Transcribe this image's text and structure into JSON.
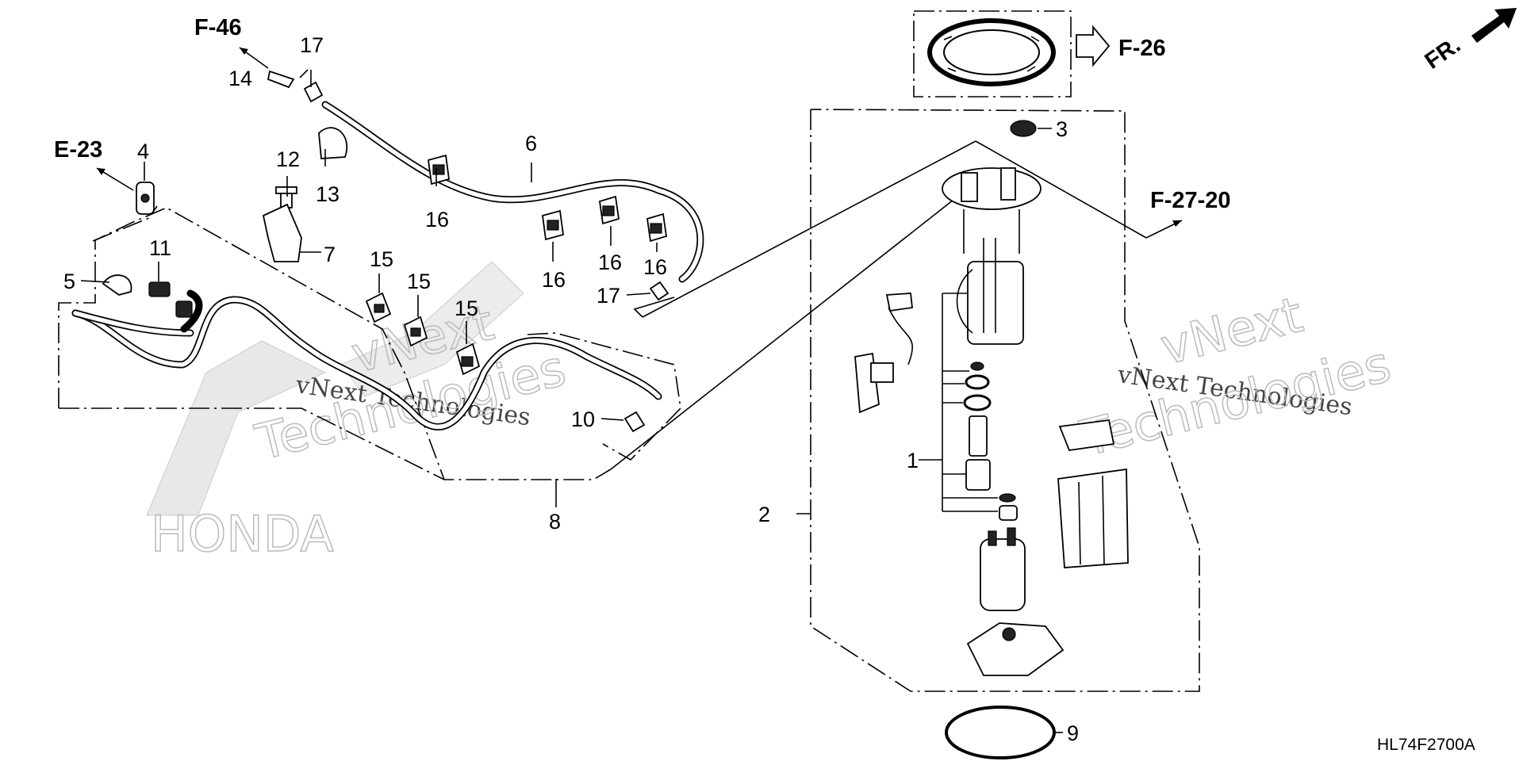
{
  "diagram": {
    "callouts": [
      {
        "id": "c1",
        "label": "1"
      },
      {
        "id": "c2",
        "label": "2"
      },
      {
        "id": "c3",
        "label": "3"
      },
      {
        "id": "c4",
        "label": "4"
      },
      {
        "id": "c5",
        "label": "5"
      },
      {
        "id": "c6",
        "label": "6"
      },
      {
        "id": "c7",
        "label": "7"
      },
      {
        "id": "c8",
        "label": "8"
      },
      {
        "id": "c9",
        "label": "9"
      },
      {
        "id": "c10",
        "label": "10"
      },
      {
        "id": "c11",
        "label": "11"
      },
      {
        "id": "c12",
        "label": "12"
      },
      {
        "id": "c13",
        "label": "13"
      },
      {
        "id": "c14",
        "label": "14"
      },
      {
        "id": "c15a",
        "label": "15"
      },
      {
        "id": "c15b",
        "label": "15"
      },
      {
        "id": "c15c",
        "label": "15"
      },
      {
        "id": "c16a",
        "label": "16"
      },
      {
        "id": "c16b",
        "label": "16"
      },
      {
        "id": "c16c",
        "label": "16"
      },
      {
        "id": "c16d",
        "label": "16"
      },
      {
        "id": "c17a",
        "label": "17"
      },
      {
        "id": "c17b",
        "label": "17"
      }
    ],
    "references": {
      "f46": "F-46",
      "e23": "E-23",
      "f26": "F-26",
      "f2720": "F-27-20"
    },
    "front_indicator": "FR.",
    "diagram_code": "HL74F2700A",
    "watermark": {
      "text_small": "vNext Technologies",
      "text_vnext": "vNext",
      "text_tech": "Technologies",
      "logo": "HONDA"
    }
  }
}
